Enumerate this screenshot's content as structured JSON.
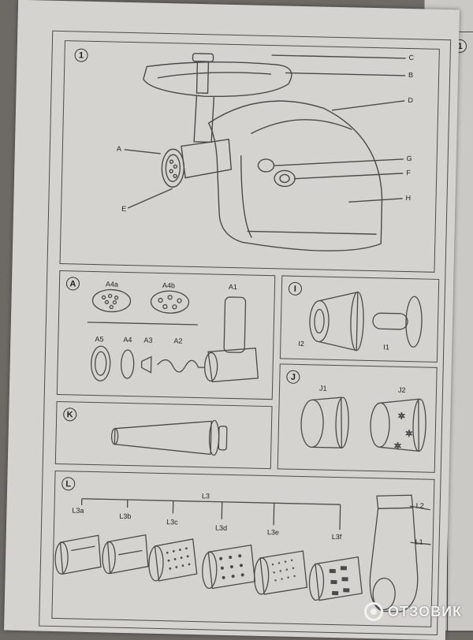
{
  "sections": {
    "s1": {
      "badge": "1",
      "labels": {
        "A": "A",
        "B": "B",
        "C": "C",
        "D": "D",
        "E": "E",
        "F": "F",
        "G": "G",
        "H": "H"
      }
    },
    "sA": {
      "badge": "A",
      "labels": {
        "A4a": "A4a",
        "A4b": "A4b",
        "A1": "A1",
        "A5": "A5",
        "A4": "A4",
        "A3": "A3",
        "A2": "A2"
      }
    },
    "sI": {
      "badge": "I",
      "labels": {
        "I2": "I2",
        "I1": "I1"
      }
    },
    "sJ": {
      "badge": "J",
      "labels": {
        "J1": "J1",
        "J2": "J2"
      }
    },
    "sK": {
      "badge": "K"
    },
    "sL": {
      "badge": "L",
      "labels": {
        "L3": "L3",
        "L3a": "L3a",
        "L3b": "L3b",
        "L3c": "L3c",
        "L3d": "L3d",
        "L3e": "L3e",
        "L3f": "L3f",
        "L2": "L2",
        "L1": "L1"
      }
    }
  },
  "next_page": {
    "badge": "1"
  },
  "watermark": {
    "text": "ОТЗОВИК",
    "logo_icon": "otzovik-logo-icon"
  },
  "colors": {
    "paper": "#d4d3d0",
    "ink": "#4c4c4c",
    "background": "#6d6a66"
  }
}
